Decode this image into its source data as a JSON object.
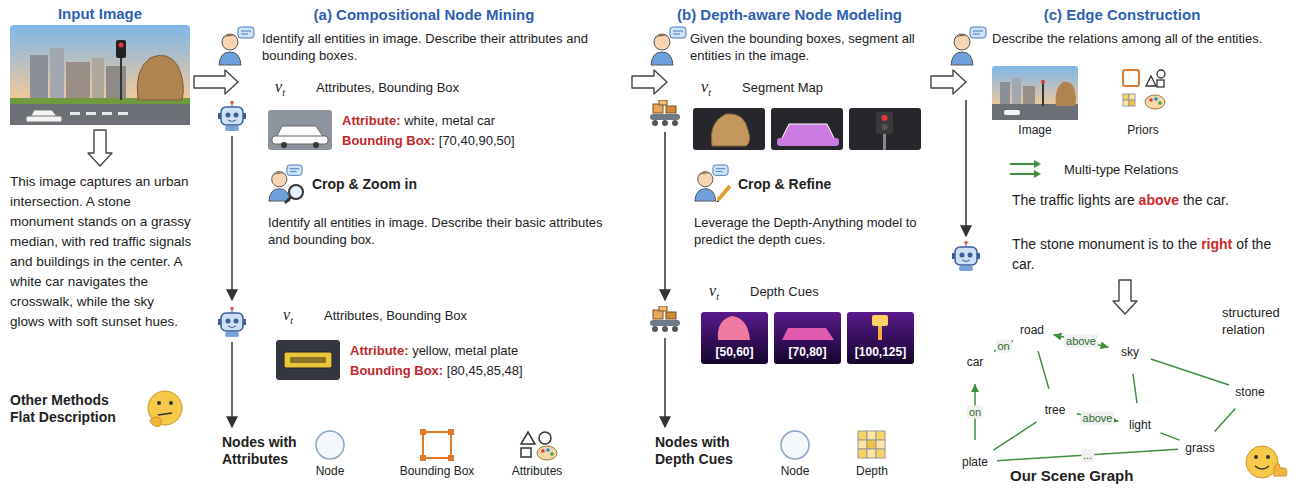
{
  "diagram": {
    "nodes": [
      {
        "text": [
          "Input Image"
        ]
      },
      {
        "text": [
          "This image captures an urban intersection. A stone monument stands on a grassy median, with red traffic signals and buildings in the center. A white car navigates the crosswalk, while the sky glows with soft sunset hues.",
          "Other Methods Flat Description"
        ]
      },
      {
        "text": [
          "(a) Compositional Node Mining",
          "Identify all entities in image. Describe their attributes and bounding boxes.",
          "Nodes with Attributes",
          "Node",
          "Bounding Box",
          "Attributes"
        ]
      },
      {
        "text": [
          "Attribute:",
          "white, metal car",
          "Bounding Box:",
          "[70,40,90,50]"
        ],
        "in": 2
      },
      {
        "text": [
          "v",
          "t"
        ],
        "in": 3
      },
      {
        "text": [
          "Attributes, Bounding Box"
        ],
        "in": 3
      },
      {
        "text": [
          "Crop & Zoom in",
          "Identify all entities in image. Describe their basic attributes and bounding box."
        ],
        "in": 2
      },
      {
        "text": [
          "Attribute:",
          "yellow, metal plate",
          "Bounding Box:",
          "[80,45,85,48]"
        ],
        "in": 6
      },
      {
        "text": [
          "v",
          "t"
        ],
        "in": 7
      },
      {
        "text": [
          "Attributes, Bounding Box"
        ],
        "in": 7
      },
      {
        "text": [
          "(b) Depth-aware Node Modeling",
          "Given the bounding boxes, segment all entities in the image.",
          "Nodes with Depth Cues",
          "Node",
          "Depth"
        ]
      },
      {
        "text": [],
        "in": 10
      },
      {
        "text": [
          "v",
          "t"
        ],
        "in": 11
      },
      {
        "text": [
          "Segment Map"
        ],
        "in": 11
      },
      {
        "text": [
          "Crop & Refine",
          "Leverage the Depth-Anything model to predict the depth cues."
        ],
        "in": 10
      },
      {
        "text": [
          "[50,60]",
          "[70,80]",
          "[100,125]"
        ],
        "in": 14
      },
      {
        "text": [
          "v",
          "t"
        ],
        "in": 15
      },
      {
        "text": [
          "Depth Cues"
        ],
        "in": 15
      },
      {
        "text": [
          "(c) Edge Construction",
          "Describe the relations among all of the entities.",
          "Image",
          "Priors"
        ]
      },
      {
        "text": [
          "The traffic lights are",
          "above",
          "the car.",
          "The stone monument is to the",
          "right",
          "of the car."
        ],
        "in": 18
      },
      {
        "text": [
          "Multi-type Relations"
        ],
        "in": 19
      },
      {
        "text": [
          "structured relation",
          "Our Scene Graph"
        ]
      },
      {
        "text": [
          "road"
        ],
        "in": 21
      },
      {
        "text": [
          "sky"
        ],
        "in": 21
      },
      {
        "text": [
          "car"
        ],
        "in": 21
      },
      {
        "text": [
          "stone"
        ],
        "in": 21
      },
      {
        "text": [
          "tree"
        ],
        "in": 21
      },
      {
        "text": [
          "light"
        ],
        "in": 21
      },
      {
        "text": [
          "grass"
        ],
        "in": 21
      },
      {
        "text": [
          "plate"
        ],
        "in": 21
      }
    ],
    "edges": [
      {
        "from": 0,
        "to": 1,
        "arrow": "to"
      },
      {
        "from": 0,
        "to": 2,
        "arrow": "to"
      },
      {
        "from": 2,
        "to": 10,
        "arrow": "to"
      },
      {
        "from": 10,
        "to": 18,
        "arrow": "to"
      },
      {
        "from": 19,
        "to": 21,
        "arrow": "to"
      },
      {
        "from": 24,
        "to": 22,
        "label": "on",
        "arrow": "to"
      },
      {
        "from": 22,
        "to": 23,
        "label": "above",
        "arrow": "both"
      },
      {
        "from": 22,
        "to": 26,
        "arrow": "none"
      },
      {
        "from": 26,
        "to": 27,
        "label": "above",
        "arrow": "to"
      },
      {
        "from": 27,
        "to": 23,
        "arrow": "none"
      },
      {
        "from": 23,
        "to": 25,
        "arrow": "none"
      },
      {
        "from": 29,
        "to": 24,
        "label": "on",
        "arrow": "to"
      },
      {
        "from": 26,
        "to": 29,
        "arrow": "none"
      },
      {
        "from": 27,
        "to": 28,
        "arrow": "none"
      },
      {
        "from": 25,
        "to": 28,
        "arrow": "none"
      },
      {
        "from": 29,
        "to": 28,
        "label": "...",
        "arrow": "none"
      }
    ]
  }
}
